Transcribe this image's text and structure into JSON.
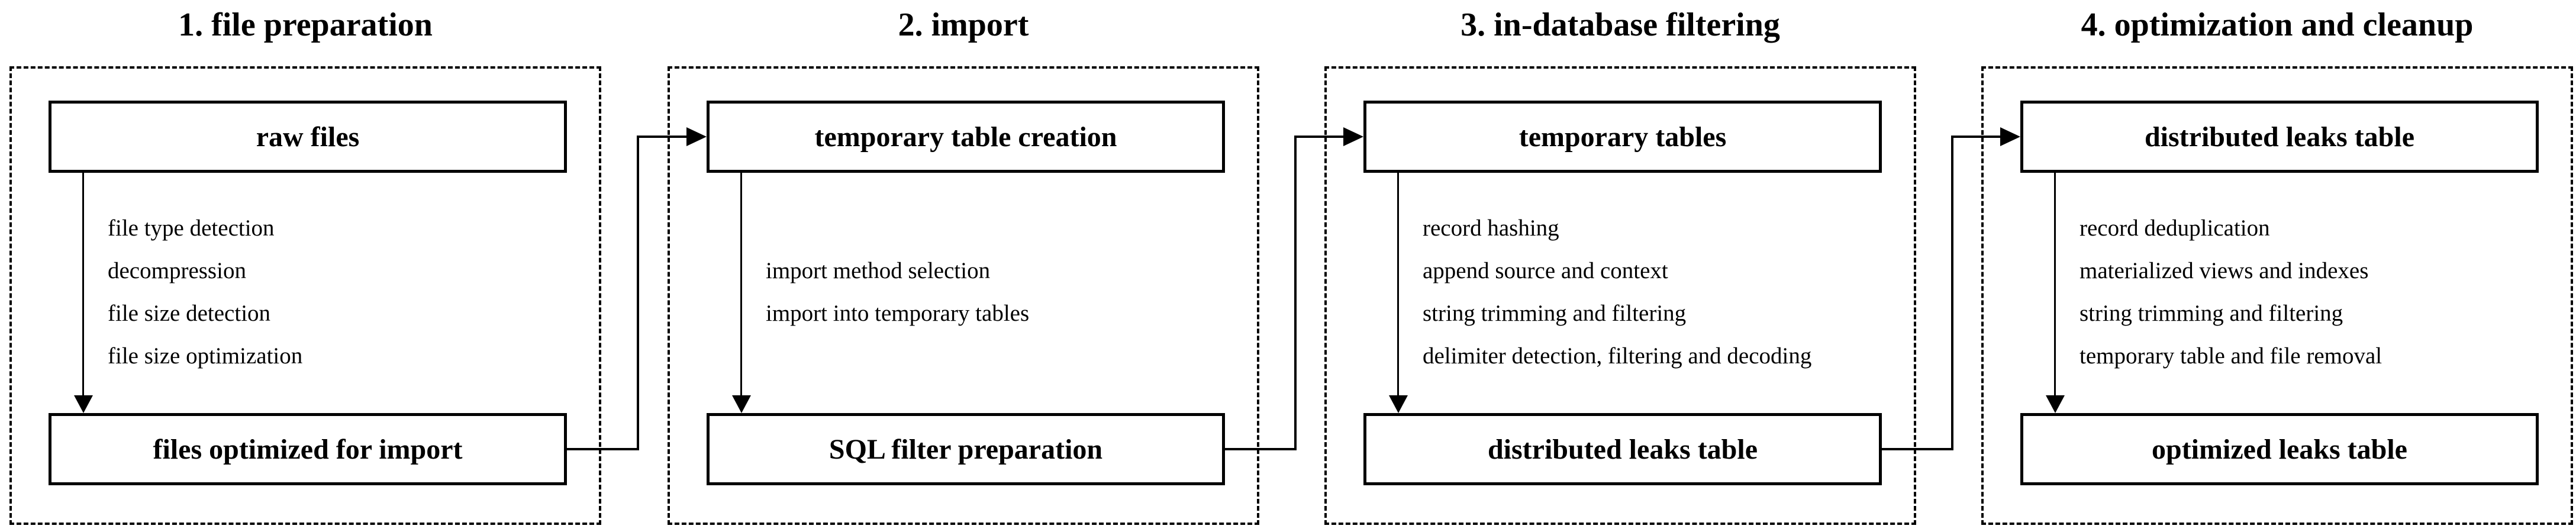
{
  "diagram": {
    "colors": {
      "line": "#000000",
      "background": "#ffffff",
      "text": "#000000"
    },
    "panels": [
      {
        "title": "1. file preparation",
        "top_box": "raw files",
        "steps": [
          "file type detection",
          "decompression",
          "file size detection",
          "file size optimization"
        ],
        "bottom_box": "files optimized for import"
      },
      {
        "title": "2. import",
        "top_box": "temporary table creation",
        "steps": [
          "import method selection",
          "import into temporary tables"
        ],
        "bottom_box": "SQL filter preparation"
      },
      {
        "title": "3. in-database filtering",
        "top_box": "temporary tables",
        "steps": [
          "record hashing",
          "append source and context",
          "string trimming and filtering",
          "delimiter detection, filtering and decoding"
        ],
        "bottom_box": "distributed leaks table"
      },
      {
        "title": "4. optimization and cleanup",
        "top_box": "distributed leaks table",
        "steps": [
          "record deduplication",
          "materialized views and indexes",
          "string trimming and filtering",
          "temporary table and file removal"
        ],
        "bottom_box": "optimized leaks table"
      }
    ]
  }
}
